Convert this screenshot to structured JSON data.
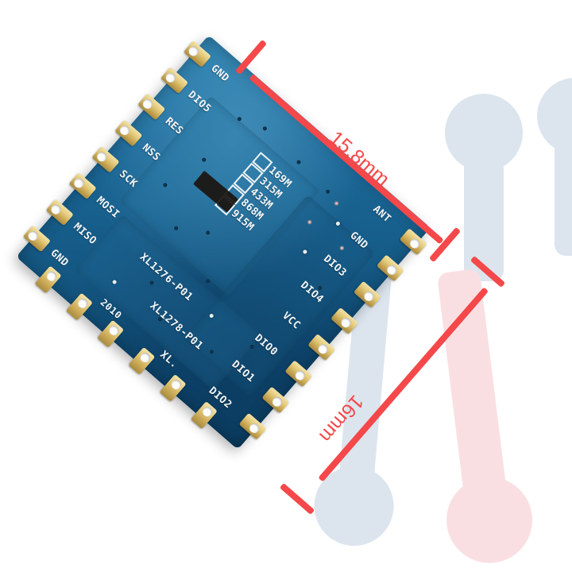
{
  "scene": {
    "background_color": "#ffffff",
    "subject": "LoRa RF transceiver module PCB, top view, rotated",
    "description": "Product photo of a blue PCB radio module with gold castellated edge pads, annotated with red dimension arrows"
  },
  "pcb": {
    "soldermask_color": "#155a86",
    "silkscreen_color": "#f2f6f8",
    "pad_color": "#e2c878",
    "part_numbers": [
      "XL1276-P01",
      "XL1278-P01",
      "XL."
    ],
    "bottom_code": "2010",
    "frequency_table": {
      "options": [
        {
          "label": "169M",
          "checked": false
        },
        {
          "label": "315M",
          "checked": false
        },
        {
          "label": "433M",
          "checked": false
        },
        {
          "label": "868M",
          "checked": false
        },
        {
          "label": "915M",
          "checked": false
        }
      ],
      "marked_option": "433M"
    },
    "pins": {
      "left_column": [
        "GND",
        "DIO5",
        "RES",
        "NSS",
        "SCK",
        "MOSI",
        "MISO",
        "GND"
      ],
      "right_column": [
        "ANT",
        "GND",
        "DIO3",
        "DIO4",
        "VCC",
        "DIO0",
        "DIO1",
        "DIO2"
      ]
    }
  },
  "annotations": {
    "width_dimension": {
      "value": "15.8mm",
      "color": "#f4484a",
      "axis": "top-edge"
    },
    "height_dimension": {
      "value": "16mm",
      "color": "#f4484a",
      "axis": "right-edge"
    }
  },
  "watermarks": {
    "blue_color": "#dbe4ed",
    "pink_color": "#fadfe2",
    "shape": "pin-keyhole"
  }
}
